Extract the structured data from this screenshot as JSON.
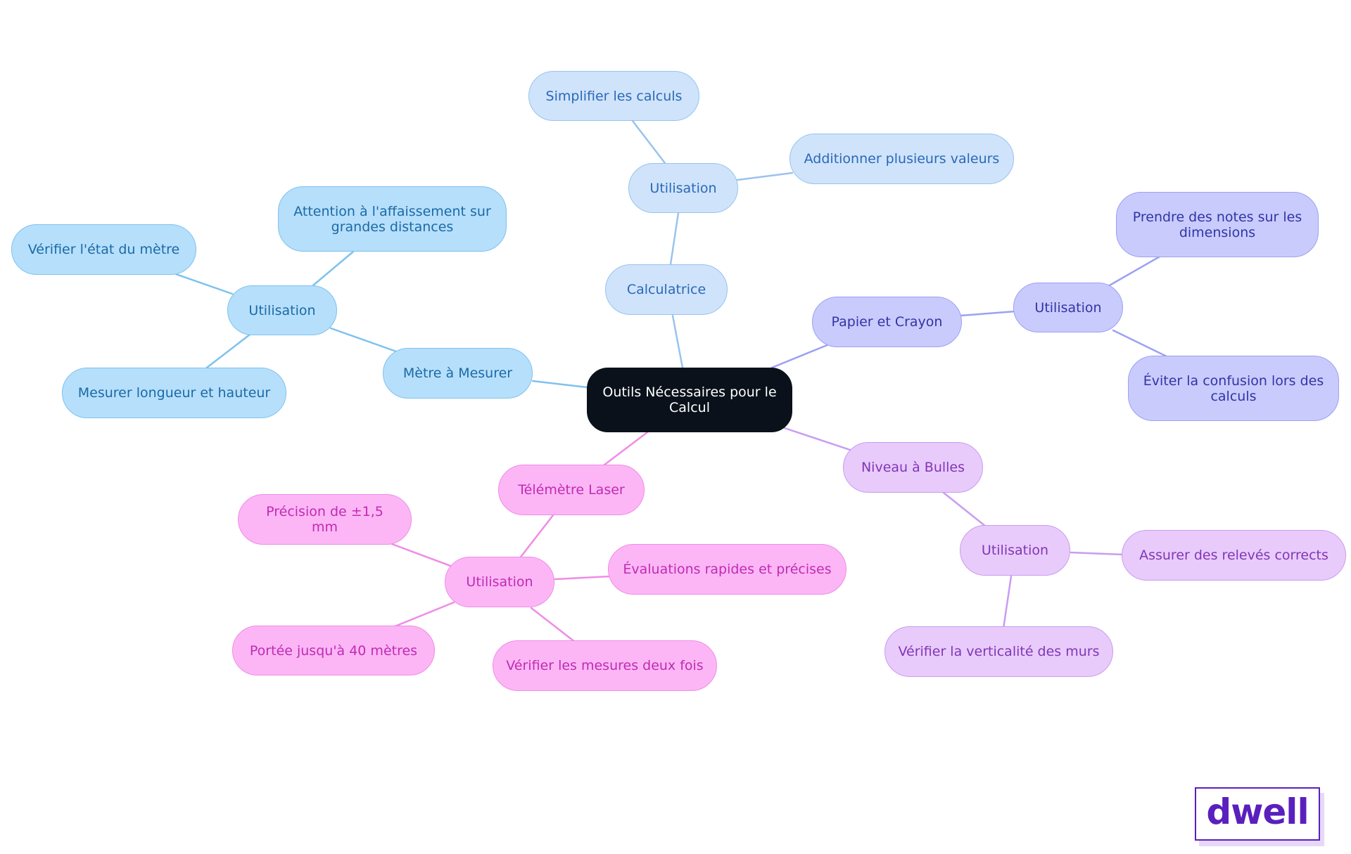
{
  "root": {
    "label": "Outils Nécessaires pour le Calcul"
  },
  "calculatrice": {
    "label": "Calculatrice",
    "usage": "Utilisation",
    "items": [
      "Simplifier les calculs",
      "Additionner plusieurs valeurs"
    ]
  },
  "metre": {
    "label": "Mètre à Mesurer",
    "usage": "Utilisation",
    "items": [
      "Attention à l'affaissement sur grandes distances",
      "Vérifier l'état du mètre",
      "Mesurer longueur et hauteur"
    ]
  },
  "papier": {
    "label": "Papier et Crayon",
    "usage": "Utilisation",
    "items": [
      "Prendre des notes sur les dimensions",
      "Éviter la confusion lors des calculs"
    ]
  },
  "niveau": {
    "label": "Niveau à Bulles",
    "usage": "Utilisation",
    "items": [
      "Assurer des relevés corrects",
      "Vérifier la verticalité des murs"
    ]
  },
  "telemetre": {
    "label": "Télémètre Laser",
    "usage": "Utilisation",
    "items": [
      "Précision de ±1,5 mm",
      "Évaluations rapides et précises",
      "Portée jusqu'à 40 mètres",
      "Vérifier les mesures deux fois"
    ]
  },
  "colors": {
    "root": "#0a111a",
    "calculatrice": "#cfe3fb",
    "metre": "#b6dffb",
    "papier": "#c9cbfc",
    "niveau": "#e8cbfb",
    "telemetre": "#fcb6f6",
    "brand": "#5a1fbd"
  },
  "logo": {
    "text": "dwell"
  }
}
